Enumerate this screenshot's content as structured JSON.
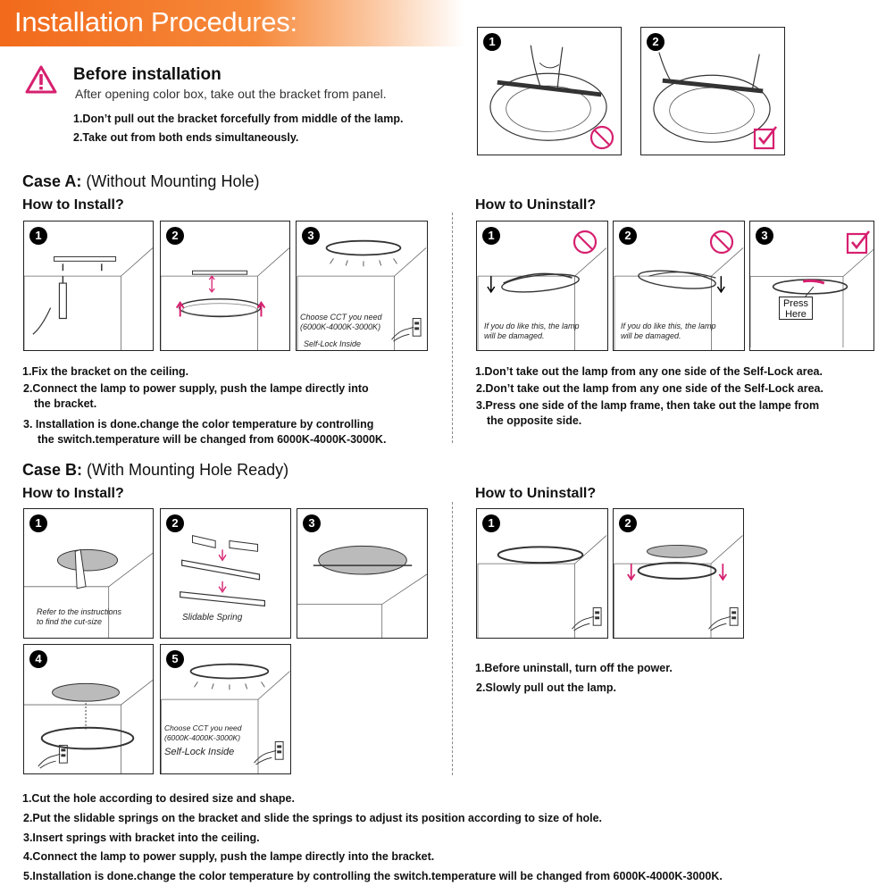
{
  "header": {
    "title": "Installation Procedures:"
  },
  "before": {
    "title": "Before installation",
    "subtitle": "After opening color box, take out the bracket from panel.",
    "steps": [
      "1.Don’t pull out the bracket forcefully from middle of the lamp.",
      "2.Take out from both ends simultaneously."
    ],
    "images": [
      {
        "num": "1",
        "mark": "prohibited-icon"
      },
      {
        "num": "2",
        "mark": "checkmark-icon"
      }
    ]
  },
  "caseA": {
    "label": "Case A:",
    "note": "(Without Mounting Hole)",
    "install": {
      "title": "How to Install?",
      "panels": [
        {
          "num": "1"
        },
        {
          "num": "2"
        },
        {
          "num": "3",
          "caption1": "Choose CCT you need",
          "caption2": "(6000K-4000K-3000K)",
          "caption3": "Self-Lock Inside"
        }
      ],
      "steps": [
        "1.Fix the bracket on the ceiling.",
        "2.Connect the lamp to power supply, push the lampe directly into",
        "the bracket.",
        "3. Installation is done.change the color temperature by controlling",
        "the switch.temperature will be changed from 6000K-4000K-3000K."
      ]
    },
    "uninstall": {
      "title": "How to Uninstall?",
      "panels": [
        {
          "num": "1",
          "caption1": "If you do like this, the lamp",
          "caption2": "will be damaged."
        },
        {
          "num": "2",
          "caption1": "If you do like this, the lamp",
          "caption2": "will be damaged."
        },
        {
          "num": "3",
          "press1": "Press",
          "press2": "Here"
        }
      ],
      "steps": [
        "1.Don’t take out the lamp from any one side of the Self-Lock area.",
        "2.Don’t take out the lamp from any one side of the Self-Lock area.",
        "3.Press one side of the lamp frame, then take out the lampe from",
        "the opposite side."
      ]
    }
  },
  "caseB": {
    "label": "Case B:",
    "note": "(With Mounting Hole Ready)",
    "install": {
      "title": "How to Install?",
      "panels": [
        {
          "num": "1",
          "caption1": "Refer to the instructions",
          "caption2": "to find the cut-size"
        },
        {
          "num": "2",
          "caption1": "Slidable Spring"
        },
        {
          "num": "3"
        },
        {
          "num": "4"
        },
        {
          "num": "5",
          "caption1": "Choose CCT you need",
          "caption2": "(6000K-4000K-3000K)",
          "caption3": "Self-Lock Inside"
        }
      ],
      "steps": [
        "1.Cut the hole according to desired size and shape.",
        "2.Put the slidable springs on the bracket and slide the springs to adjust its position according to size of hole.",
        "3.Insert springs with bracket into the ceiling.",
        "4.Connect the lamp to power supply, push the lampe directly into the bracket.",
        "5.Installation is done.change the color temperature by controlling the switch.temperature will be changed from 6000K-4000K-3000K."
      ]
    },
    "uninstall": {
      "title": "How to Uninstall?",
      "panels": [
        {
          "num": "1"
        },
        {
          "num": "2"
        }
      ],
      "steps": [
        "1.Before uninstall, turn off the power.",
        "2.Slowly pull out the lamp."
      ]
    }
  },
  "colors": {
    "accent": "#f26a1b",
    "magenta": "#d6206f",
    "line": "#222222"
  }
}
